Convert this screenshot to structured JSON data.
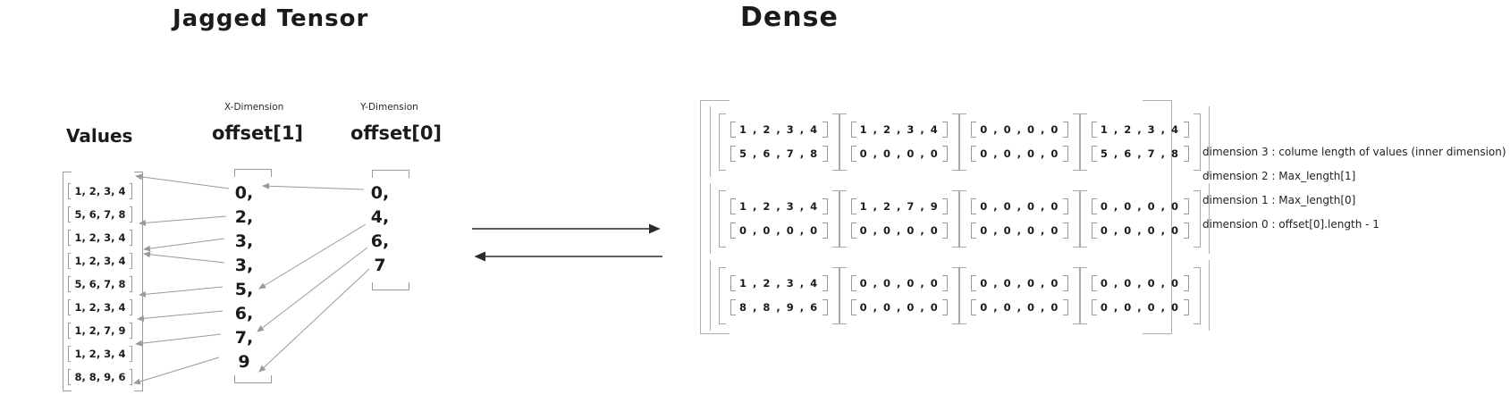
{
  "titles": {
    "jagged": "Jagged Tensor",
    "dense": "Dense"
  },
  "jagged": {
    "x_dimension_label": "X-Dimension",
    "y_dimension_label": "Y-Dimension",
    "values_label": "Values",
    "offset1_label": "offset[1]",
    "offset0_label": "offset[0]",
    "values_rows": [
      [
        1,
        2,
        3,
        4
      ],
      [
        5,
        6,
        7,
        8
      ],
      [
        1,
        2,
        3,
        4
      ],
      [
        1,
        2,
        3,
        4
      ],
      [
        5,
        6,
        7,
        8
      ],
      [
        1,
        2,
        3,
        4
      ],
      [
        1,
        2,
        7,
        9
      ],
      [
        1,
        2,
        3,
        4
      ],
      [
        8,
        8,
        9,
        6
      ]
    ],
    "offset1": [
      0,
      2,
      3,
      3,
      5,
      6,
      7,
      9
    ],
    "offset0": [
      0,
      4,
      6,
      7
    ]
  },
  "dense": {
    "blocks": [
      [
        [
          [
            1,
            2,
            3,
            4
          ],
          [
            5,
            6,
            7,
            8
          ]
        ],
        [
          [
            1,
            2,
            3,
            4
          ],
          [
            0,
            0,
            0,
            0
          ]
        ],
        [
          [
            0,
            0,
            0,
            0
          ],
          [
            0,
            0,
            0,
            0
          ]
        ],
        [
          [
            1,
            2,
            3,
            4
          ],
          [
            5,
            6,
            7,
            8
          ]
        ]
      ],
      [
        [
          [
            1,
            2,
            3,
            4
          ],
          [
            0,
            0,
            0,
            0
          ]
        ],
        [
          [
            1,
            2,
            7,
            9
          ],
          [
            0,
            0,
            0,
            0
          ]
        ],
        [
          [
            0,
            0,
            0,
            0
          ],
          [
            0,
            0,
            0,
            0
          ]
        ],
        [
          [
            0,
            0,
            0,
            0
          ],
          [
            0,
            0,
            0,
            0
          ]
        ]
      ],
      [
        [
          [
            1,
            2,
            3,
            4
          ],
          [
            8,
            8,
            9,
            6
          ]
        ],
        [
          [
            0,
            0,
            0,
            0
          ],
          [
            0,
            0,
            0,
            0
          ]
        ],
        [
          [
            0,
            0,
            0,
            0
          ],
          [
            0,
            0,
            0,
            0
          ]
        ],
        [
          [
            0,
            0,
            0,
            0
          ],
          [
            0,
            0,
            0,
            0
          ]
        ]
      ]
    ]
  },
  "annotations": [
    "dimension 3 : colume length of values (inner dimension)",
    "dimension 2 : Max_length[1]",
    "dimension 1 : Max_length[0]",
    "dimension 0 : offset[0].length - 1"
  ],
  "colors": {
    "ink": "#1b1b1b",
    "bracket": "#a8a8a8",
    "arrow": "#9a9a9a",
    "dark_arrow": "#2b2b2b"
  }
}
